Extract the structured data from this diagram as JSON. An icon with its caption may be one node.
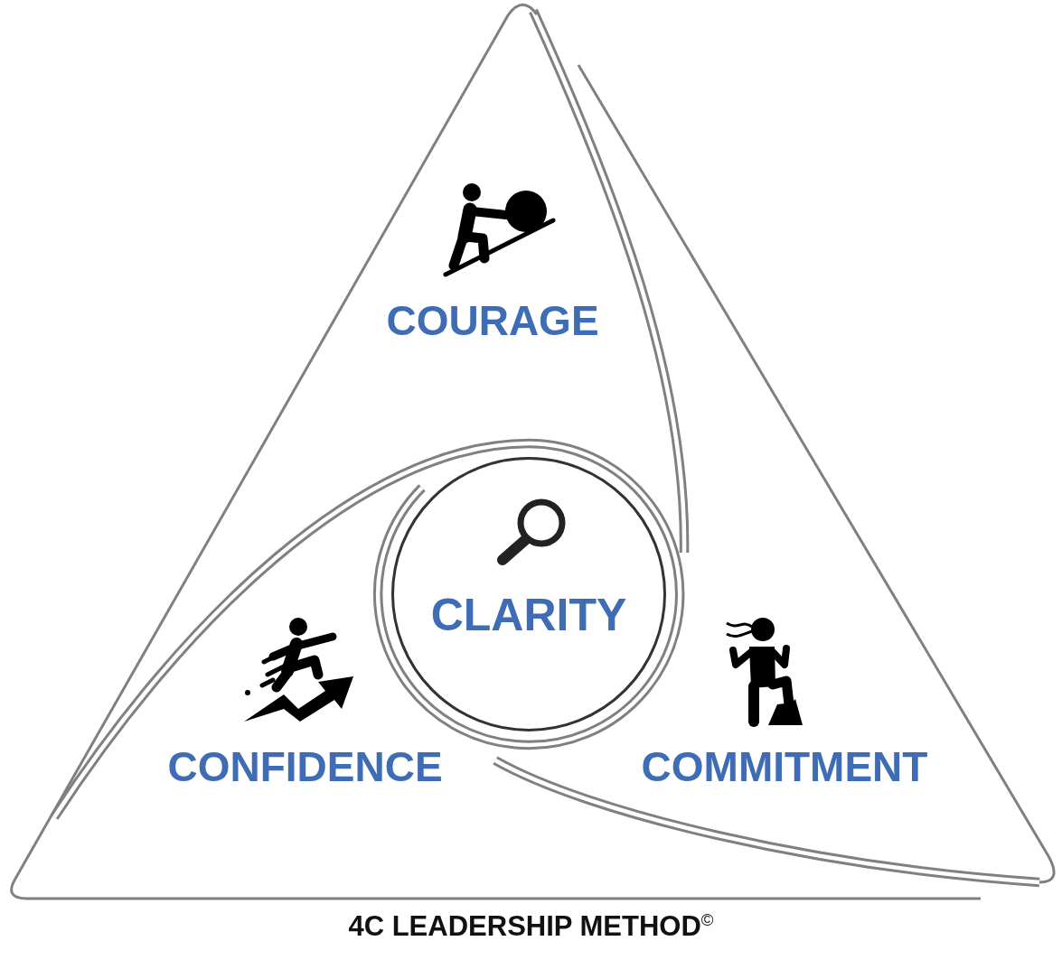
{
  "diagram": {
    "caption": "4C LEADERSHIP METHOD$^{©}$",
    "nodes": [
      {
        "text": [
          "COURAGE"
        ]
      },
      {
        "text": [
          "CLARITY"
        ]
      },
      {
        "text": [
          "CONFIDENCE"
        ]
      },
      {
        "text": [
          "COMMITMENT"
        ]
      }
    ]
  }
}
